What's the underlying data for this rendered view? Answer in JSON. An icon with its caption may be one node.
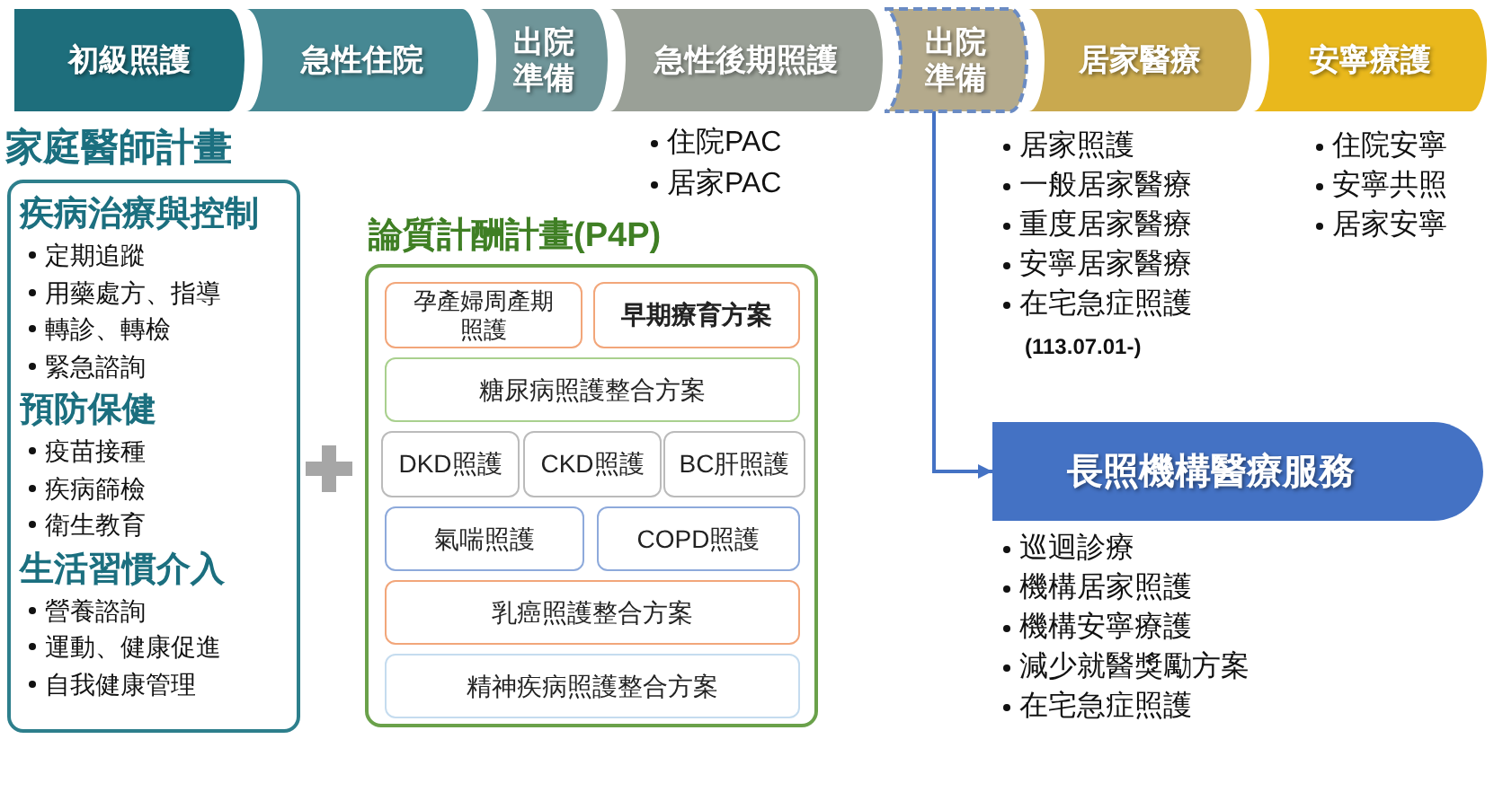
{
  "diagram": {
    "nodes": [
      {
        "text": [
          "初級照護"
        ]
      },
      {
        "text": [
          "急性住院"
        ]
      },
      {
        "text": [
          "出院準備"
        ]
      },
      {
        "text": [
          "急性後期照護"
        ],
        "beside": [
          "住院PAC",
          "居家PAC"
        ]
      },
      {
        "text": [
          "出院準備"
        ]
      },
      {
        "text": [
          "居家醫療"
        ],
        "beside": [
          "居家照護",
          "一般居家醫療",
          "重度居家醫療",
          "安寧居家醫療",
          "在宅急症照護",
          "(113.07.01-)"
        ]
      },
      {
        "text": [
          "安寧療護"
        ],
        "beside": [
          "住院安寧",
          "安寧共照",
          "居家安寧"
        ]
      },
      {
        "text": [
          "家庭醫師計畫",
          "疾病治療與控制",
          "定期追蹤",
          "用藥處方、指導",
          "轉診、轉檢",
          "緊急諮詢",
          "預防保健",
          "疫苗接種",
          "疾病篩檢",
          "衛生教育",
          "生活習慣介入",
          "營養諮詢",
          "運動、健康促進",
          "自我健康管理"
        ]
      },
      {
        "text": [
          "論質計酬計畫(P4P)"
        ]
      },
      {
        "text": [
          "孕產婦周產期照護"
        ],
        "in": 8
      },
      {
        "text": [
          "早期療育方案"
        ],
        "in": 8
      },
      {
        "text": [
          "糖尿病照護整合方案"
        ],
        "in": 8
      },
      {
        "text": [
          "DKD照護"
        ],
        "in": 8
      },
      {
        "text": [
          "CKD照護"
        ],
        "in": 8
      },
      {
        "text": [
          "BC肝照護"
        ],
        "in": 8
      },
      {
        "text": [
          "氣喘照護"
        ],
        "in": 8
      },
      {
        "text": [
          "COPD照護"
        ],
        "in": 8
      },
      {
        "text": [
          "乳癌照護整合方案"
        ],
        "in": 8
      },
      {
        "text": [
          "精神疾病照護整合方案"
        ],
        "in": 8
      },
      {
        "text": [
          "長照機構醫療服務"
        ],
        "beside": [
          "巡迴診療",
          "機構居家照護",
          "機構安寧療護",
          "減少就醫獎勵方案",
          "在宅急症照護"
        ]
      }
    ],
    "edges": [
      {
        "from": 4,
        "to": 19,
        "arrow": "to",
        "color": "#4472c4"
      }
    ]
  }
}
